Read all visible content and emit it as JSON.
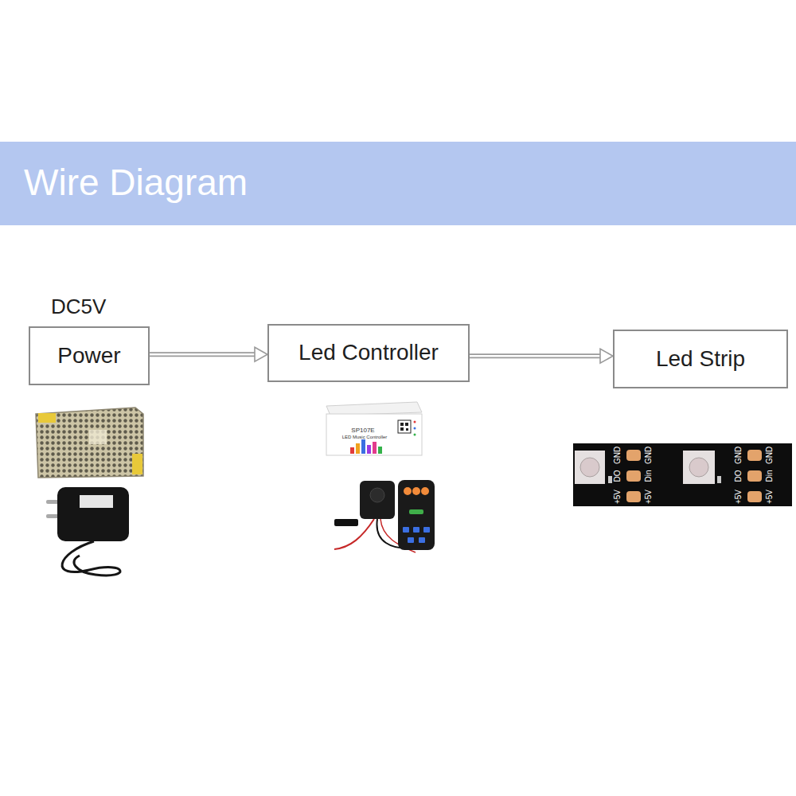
{
  "diagram": {
    "title": "Wire Diagram",
    "nodes": [
      {
        "text": [
          "DC5V",
          "Power"
        ]
      },
      {
        "text": [
          "Led Controller"
        ]
      },
      {
        "text": [
          "Led Strip"
        ]
      }
    ],
    "edges": [
      {
        "from": 0,
        "to": 1,
        "arrow": "to"
      },
      {
        "from": 1,
        "to": 2,
        "arrow": "to"
      }
    ],
    "labels": [
      "SP107E",
      "LED Music Controller",
      "GND",
      "DO",
      "+5V",
      "GND",
      "Din",
      "+5V",
      "GND",
      "DO",
      "+5V",
      "GND",
      "Din",
      "+5V"
    ]
  }
}
